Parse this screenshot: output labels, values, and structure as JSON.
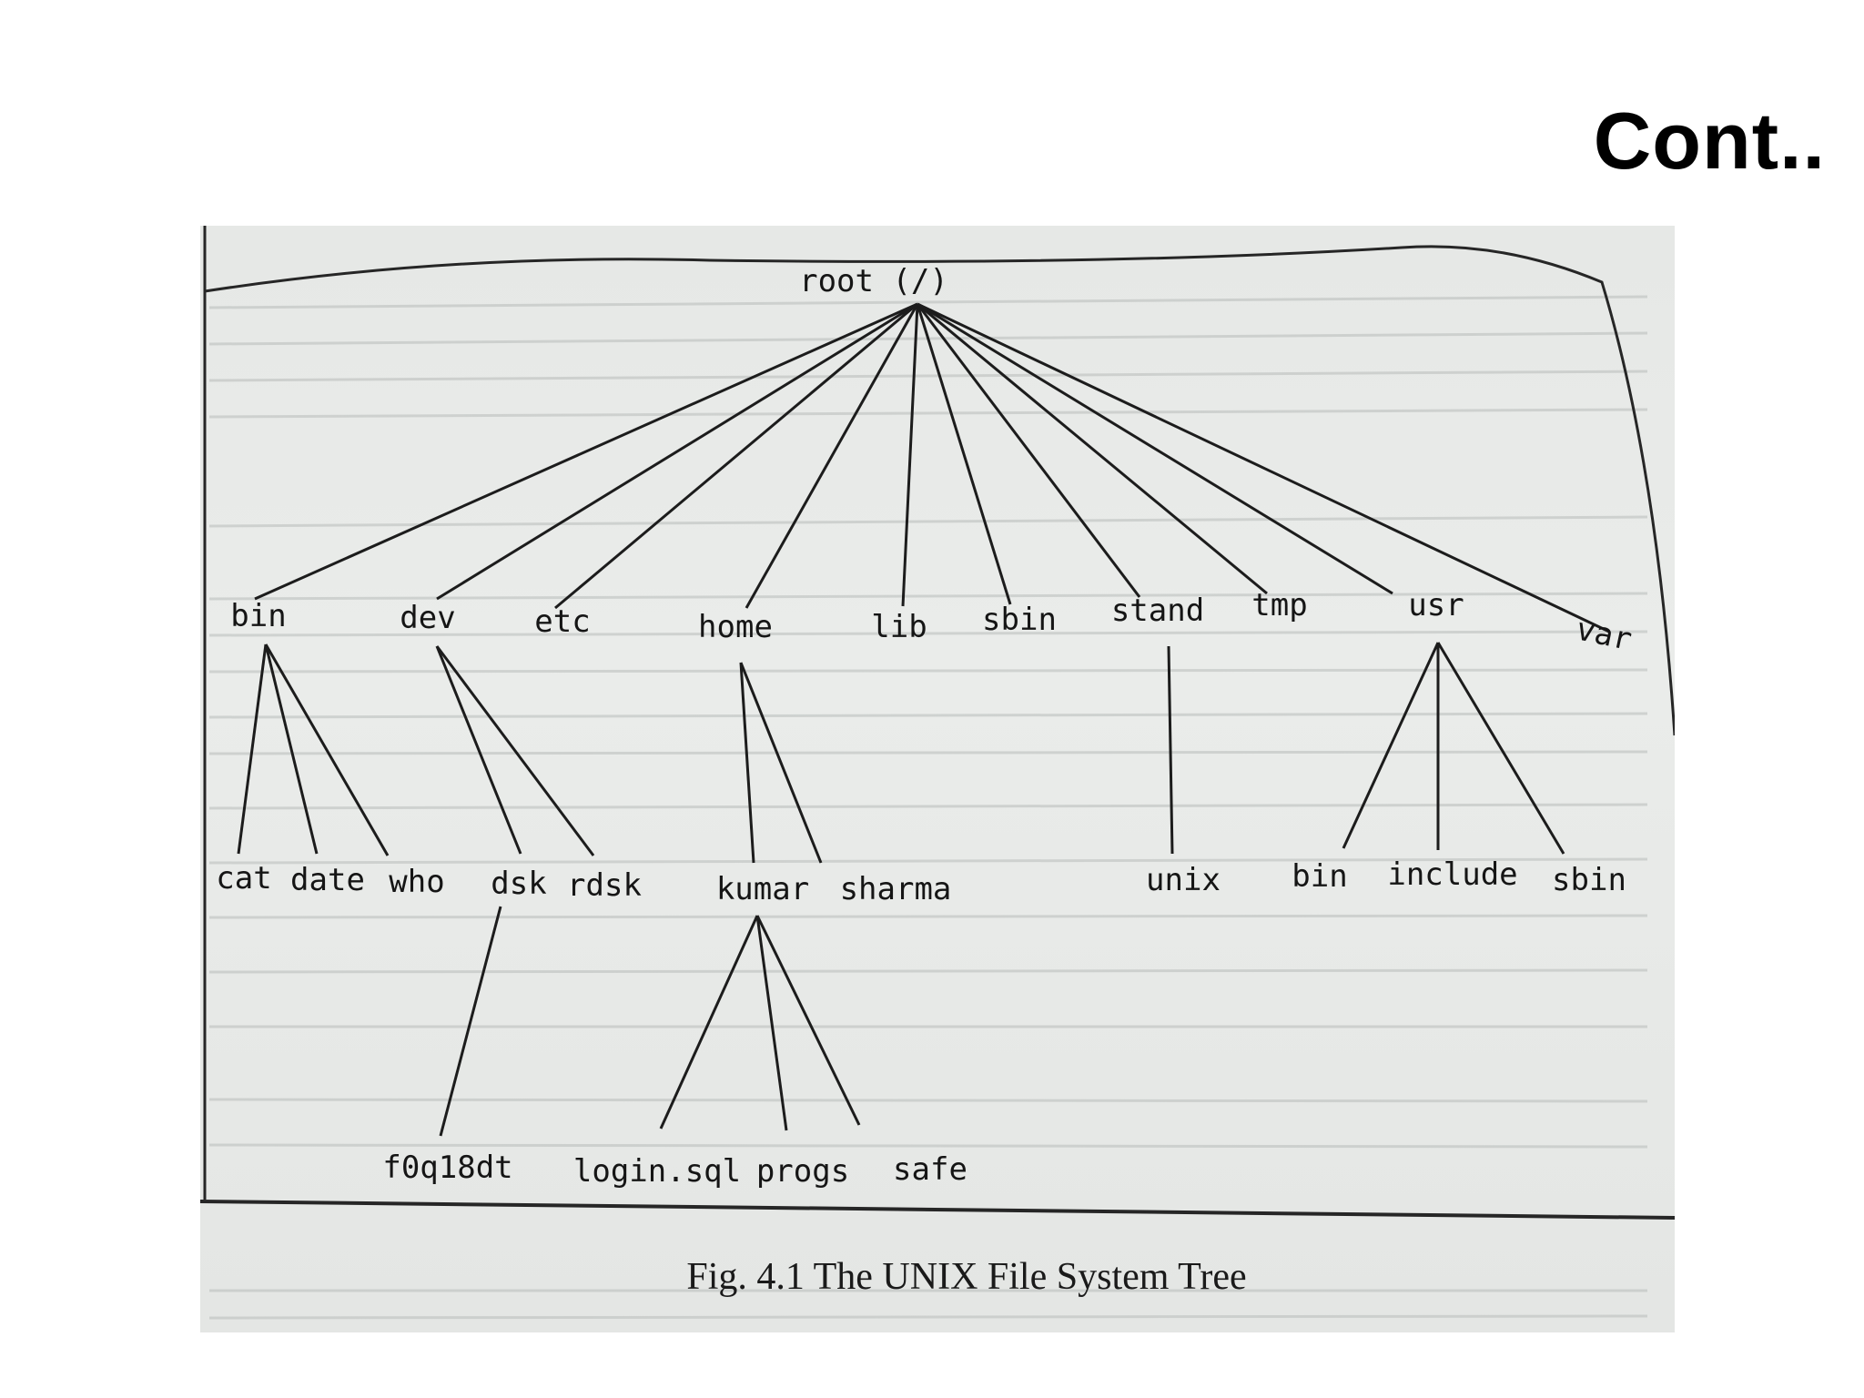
{
  "slide": {
    "title": "Cont.."
  },
  "figure": {
    "caption": "Fig. 4.1 The UNIX File System Tree",
    "root": "root (/)",
    "level1": [
      "bin",
      "dev",
      "etc",
      "home",
      "lib",
      "sbin",
      "stand",
      "tmp",
      "usr",
      "var"
    ],
    "bin_children": [
      "cat",
      "date",
      "who"
    ],
    "dev_children": [
      "dsk",
      "rdsk"
    ],
    "dsk_children": [
      "f0q18dt"
    ],
    "home_children": [
      "kumar",
      "sharma"
    ],
    "kumar_children": [
      "login.sql",
      "progs",
      "safe"
    ],
    "stand_children": [
      "unix"
    ],
    "usr_children": [
      "bin",
      "include",
      "sbin"
    ]
  },
  "colors": {
    "paper": "#e8eae8",
    "ink": "#1c1c1c",
    "bleed_through": "#b9bdbb"
  }
}
